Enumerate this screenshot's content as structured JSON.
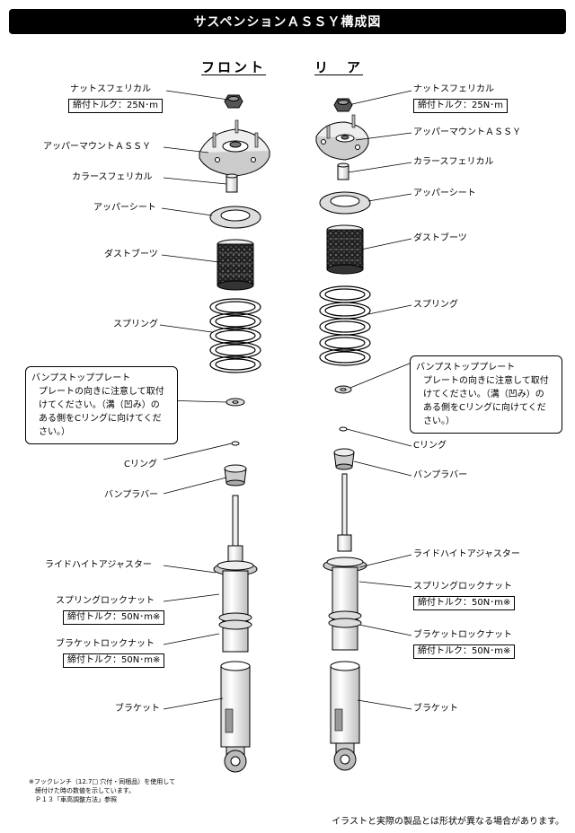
{
  "title": "サスペンションＡＳＳＹ構成図",
  "columns": {
    "front": "フロント",
    "rear": "リ　ア"
  },
  "front_labels": {
    "nut": "ナットスフェリカル",
    "nut_torque": "締付トルク：25N･m",
    "upper_mount": "アッパーマウントＡＳＳＹ",
    "collar": "カラースフェリカル",
    "upper_seat": "アッパーシート",
    "dust_boot": "ダストブーツ",
    "spring": "スプリング",
    "c_ring": "Cリング",
    "bump_rubber": "バンプラバー",
    "ride_height": "ライドハイトアジャスター",
    "spring_lock": "スプリングロックナット",
    "spring_lock_torque": "締付トルク：50N･m※",
    "bracket_lock": "ブラケットロックナット",
    "bracket_lock_torque": "締付トルク：50N･m※",
    "bracket": "ブラケット"
  },
  "rear_labels": {
    "nut": "ナットスフェリカル",
    "nut_torque": "締付トルク：25N･m",
    "upper_mount": "アッパーマウントＡＳＳＹ",
    "collar": "カラースフェリカル",
    "upper_seat": "アッパーシート",
    "dust_boot": "ダストブーツ",
    "spring": "スプリング",
    "c_ring": "Cリング",
    "bump_rubber": "バンプラバー",
    "ride_height": "ライドハイトアジャスター",
    "spring_lock": "スプリングロックナット",
    "spring_lock_torque": "締付トルク：50N･m※",
    "bracket_lock": "ブラケットロックナット",
    "bracket_lock_torque": "締付トルク：50N･m※",
    "bracket": "ブラケット"
  },
  "bump_plate_front": {
    "title": "バンプストッププレート",
    "body": "プレートの向きに注意して取付\nけてください。（溝（凹み）の\nある側をCリングに向けてくだ\nさい。）"
  },
  "bump_plate_rear": {
    "title": "バンプストッププレート",
    "body": "プレートの向きに注意して取付\nけてください。（溝（凹み）の\nある側をCリングに向けてくだ\nさい。）"
  },
  "footnote": "※フックレンチ（12.7□ 穴付・同梱品）を使用して\n　締付けた時の数値を示しています。\n　Ｐ１３「車高調整方法」参照",
  "disclaimer": "イラストと実際の製品とは形状が異なる場合があります。",
  "colors": {
    "title_bg": "#000000",
    "part_fill": "#f2f2f2",
    "boot_fill": "#1a1a1a"
  }
}
